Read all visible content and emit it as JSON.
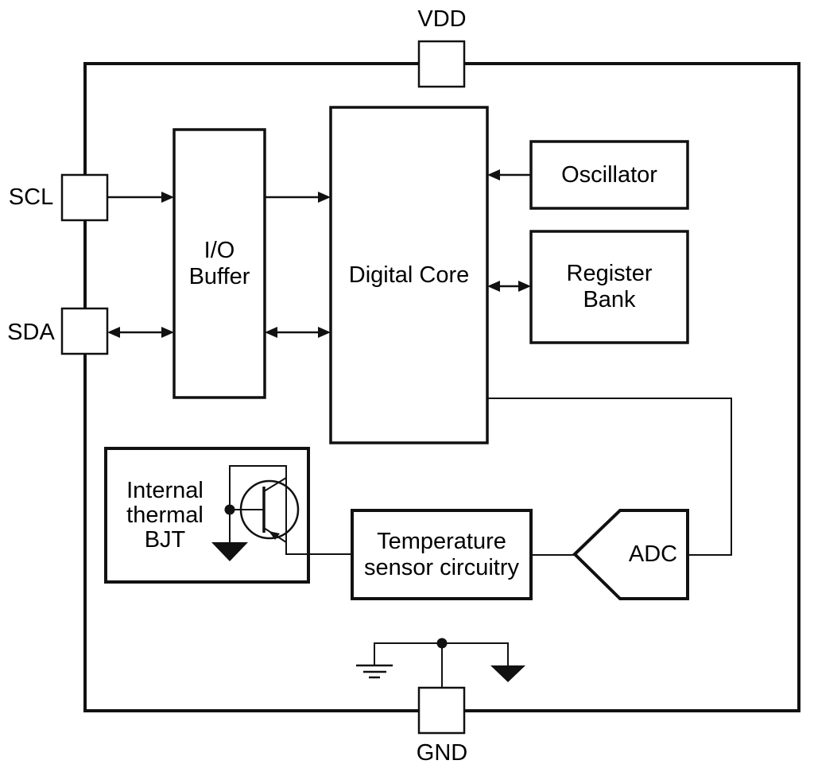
{
  "diagram": {
    "pins": {
      "vdd": "VDD",
      "scl": "SCL",
      "sda": "SDA",
      "gnd": "GND"
    },
    "blocks": {
      "io_buffer": "I/O\nBuffer",
      "digital_core": "Digital Core",
      "oscillator": "Oscillator",
      "register_bank": "Register\nBank",
      "internal_thermal_bjt": "Internal\nthermal\nBJT",
      "temperature_sensor": "Temperature\nsensor circuitry",
      "adc": "ADC"
    },
    "colors": {
      "line": "#111111",
      "text": "#000000",
      "background": "#ffffff"
    }
  }
}
